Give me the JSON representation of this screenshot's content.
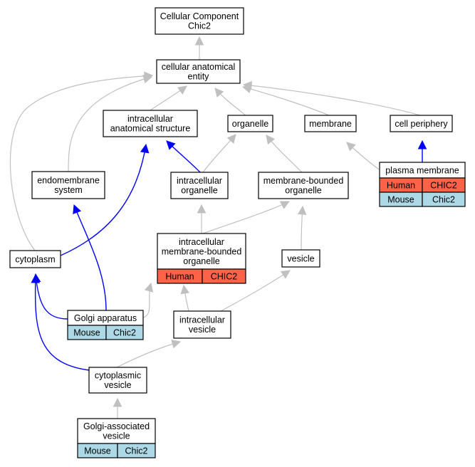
{
  "nodes": {
    "cellular_component": [
      "Cellular Component",
      "Chic2"
    ],
    "cellular_anatomical_entity": [
      "cellular anatomical",
      "entity"
    ],
    "intracellular_anatomical_structure": [
      "intracellular",
      "anatomical structure"
    ],
    "organelle": [
      "organelle"
    ],
    "membrane": [
      "membrane"
    ],
    "cell_periphery": [
      "cell periphery"
    ],
    "endomembrane_system": [
      "endomembrane",
      "system"
    ],
    "intracellular_organelle": [
      "intracellular",
      "organelle"
    ],
    "membrane_bounded_organelle": [
      "membrane-bounded",
      "organelle"
    ],
    "plasma_membrane": [
      "plasma membrane"
    ],
    "intracellular_membrane_bounded_organelle": [
      "intracellular",
      "membrane-bounded",
      "organelle"
    ],
    "vesicle": [
      "vesicle"
    ],
    "cytoplasm": [
      "cytoplasm"
    ],
    "golgi_apparatus": [
      "Golgi apparatus"
    ],
    "intracellular_vesicle": [
      "intracellular",
      "vesicle"
    ],
    "cytoplasmic_vesicle": [
      "cytoplasmic",
      "vesicle"
    ],
    "golgi_associated_vesicle": [
      "Golgi-associated",
      "vesicle"
    ]
  },
  "annotations": {
    "plasma_membrane": [
      [
        "Human",
        "CHIC2"
      ],
      [
        "Mouse",
        "Chic2"
      ]
    ],
    "intracellular_membrane_bounded_organelle": [
      [
        "Human",
        "CHIC2"
      ]
    ],
    "golgi_apparatus": [
      [
        "Mouse",
        "Chic2"
      ]
    ],
    "golgi_associated_vesicle": [
      [
        "Mouse",
        "Chic2"
      ]
    ]
  },
  "edges": [
    {
      "from": "cellular_anatomical_entity",
      "to": "cellular_component",
      "kind": "is_a",
      "color": "#c0c0c0"
    },
    {
      "from": "intracellular_anatomical_structure",
      "to": "cellular_anatomical_entity",
      "kind": "is_a",
      "color": "#c0c0c0"
    },
    {
      "from": "organelle",
      "to": "cellular_anatomical_entity",
      "kind": "is_a",
      "color": "#c0c0c0"
    },
    {
      "from": "membrane",
      "to": "cellular_anatomical_entity",
      "kind": "is_a",
      "color": "#c0c0c0"
    },
    {
      "from": "cell_periphery",
      "to": "cellular_anatomical_entity",
      "kind": "is_a",
      "color": "#c0c0c0"
    },
    {
      "from": "endomembrane_system",
      "to": "cellular_anatomical_entity",
      "kind": "is_a",
      "color": "#c0c0c0"
    },
    {
      "from": "cytoplasm",
      "to": "cellular_anatomical_entity",
      "kind": "is_a",
      "color": "#c0c0c0"
    },
    {
      "from": "intracellular_organelle",
      "to": "intracellular_anatomical_structure",
      "kind": "part_of",
      "color": "#0000ff"
    },
    {
      "from": "intracellular_organelle",
      "to": "organelle",
      "kind": "is_a",
      "color": "#c0c0c0"
    },
    {
      "from": "membrane_bounded_organelle",
      "to": "organelle",
      "kind": "is_a",
      "color": "#c0c0c0"
    },
    {
      "from": "plasma_membrane",
      "to": "membrane",
      "kind": "is_a",
      "color": "#c0c0c0"
    },
    {
      "from": "plasma_membrane",
      "to": "cell_periphery",
      "kind": "part_of",
      "color": "#0000ff"
    },
    {
      "from": "cytoplasm",
      "to": "intracellular_anatomical_structure",
      "kind": "part_of",
      "color": "#0000ff"
    },
    {
      "from": "intracellular_membrane_bounded_organelle",
      "to": "intracellular_organelle",
      "kind": "is_a",
      "color": "#c0c0c0"
    },
    {
      "from": "intracellular_membrane_bounded_organelle",
      "to": "membrane_bounded_organelle",
      "kind": "is_a",
      "color": "#c0c0c0"
    },
    {
      "from": "vesicle",
      "to": "membrane_bounded_organelle",
      "kind": "is_a",
      "color": "#c0c0c0"
    },
    {
      "from": "golgi_apparatus",
      "to": "endomembrane_system",
      "kind": "part_of",
      "color": "#0000ff"
    },
    {
      "from": "golgi_apparatus",
      "to": "cytoplasm",
      "kind": "part_of",
      "color": "#0000ff"
    },
    {
      "from": "golgi_apparatus",
      "to": "intracellular_membrane_bounded_organelle",
      "kind": "is_a",
      "color": "#c0c0c0"
    },
    {
      "from": "intracellular_vesicle",
      "to": "intracellular_membrane_bounded_organelle",
      "kind": "is_a",
      "color": "#c0c0c0"
    },
    {
      "from": "intracellular_vesicle",
      "to": "vesicle",
      "kind": "is_a",
      "color": "#c0c0c0"
    },
    {
      "from": "cytoplasmic_vesicle",
      "to": "intracellular_vesicle",
      "kind": "is_a",
      "color": "#c0c0c0"
    },
    {
      "from": "cytoplasmic_vesicle",
      "to": "cytoplasm",
      "kind": "part_of",
      "color": "#0000ff"
    },
    {
      "from": "golgi_associated_vesicle",
      "to": "cytoplasmic_vesicle",
      "kind": "is_a",
      "color": "#c0c0c0"
    }
  ],
  "colors": {
    "human_row": "#ff6347",
    "mouse_row": "#add8e6",
    "is_a_edge": "#c0c0c0",
    "part_of_edge": "#0000ff"
  }
}
